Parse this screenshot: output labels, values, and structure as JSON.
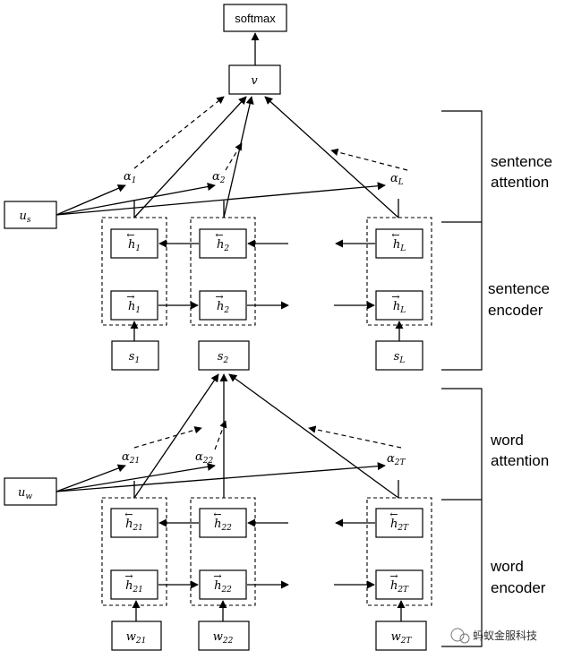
{
  "top": {
    "softmax": "softmax",
    "v": "v"
  },
  "sentence_level": {
    "us": "u",
    "us_sub": "s",
    "alphas": [
      {
        "base": "α",
        "sub": "1"
      },
      {
        "base": "α",
        "sub": "2"
      },
      {
        "base": "α",
        "sub": "L"
      }
    ],
    "backward": [
      {
        "base": "h",
        "sub": "1"
      },
      {
        "base": "h",
        "sub": "2"
      },
      {
        "base": "h",
        "sub": "L"
      }
    ],
    "forward": [
      {
        "base": "h",
        "sub": "1"
      },
      {
        "base": "h",
        "sub": "2"
      },
      {
        "base": "h",
        "sub": "L"
      }
    ],
    "inputs": [
      {
        "base": "s",
        "sub": "1"
      },
      {
        "base": "s",
        "sub": "2"
      },
      {
        "base": "s",
        "sub": "L"
      }
    ]
  },
  "word_level": {
    "uw": "u",
    "uw_sub": "w",
    "alphas": [
      {
        "base": "α",
        "sub": "21"
      },
      {
        "base": "α",
        "sub": "22"
      },
      {
        "base": "α",
        "sub": "2T"
      }
    ],
    "backward": [
      {
        "base": "h",
        "sub": "21"
      },
      {
        "base": "h",
        "sub": "22"
      },
      {
        "base": "h",
        "sub": "2T"
      }
    ],
    "forward": [
      {
        "base": "h",
        "sub": "21"
      },
      {
        "base": "h",
        "sub": "22"
      },
      {
        "base": "h",
        "sub": "2T"
      }
    ],
    "inputs": [
      {
        "base": "w",
        "sub": "21"
      },
      {
        "base": "w",
        "sub": "22"
      },
      {
        "base": "w",
        "sub": "2T"
      }
    ]
  },
  "sections": {
    "sentence_attention": [
      "sentence",
      "attention"
    ],
    "sentence_encoder": [
      "sentence",
      "encoder"
    ],
    "word_attention": [
      "word",
      "attention"
    ],
    "word_encoder": [
      "word",
      "encoder"
    ]
  },
  "watermark": "蚂蚁金服科技"
}
